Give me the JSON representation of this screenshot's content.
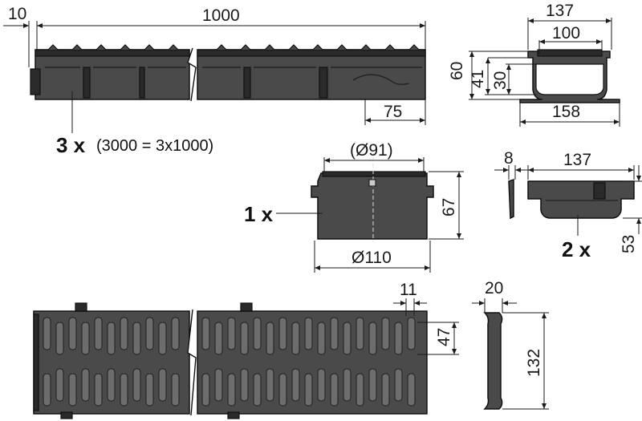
{
  "channel": {
    "dim_end": "10",
    "dim_length": "1000",
    "dim_outlet": "75",
    "quantity": "3 x",
    "note": "(3000 = 3x1000)"
  },
  "cross_section": {
    "dim_top": "137",
    "dim_inner": "100",
    "dim_height": "60",
    "dim_mid": "41",
    "dim_depth": "30",
    "dim_base": "158"
  },
  "outlet": {
    "dim_top": "(Ø91)",
    "dim_height": "67",
    "dim_bottom": "Ø110",
    "quantity": "1 x"
  },
  "end_cap": {
    "dim_thickness": "8",
    "dim_width": "137",
    "dim_height": "53",
    "quantity": "2 x"
  },
  "grate": {
    "dim_slot": "11",
    "dim_pitch": "47"
  },
  "grate_section": {
    "dim_width": "20",
    "dim_height": "132"
  },
  "colors": {
    "body": "#4a4a4a",
    "outline": "#111111",
    "background": "#ffffff"
  }
}
